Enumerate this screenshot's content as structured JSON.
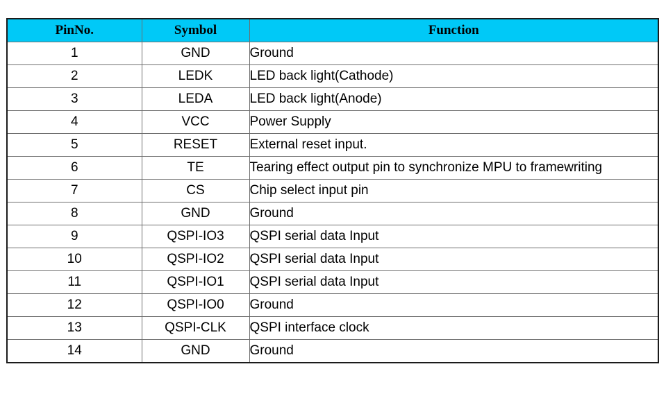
{
  "table": {
    "columns": [
      {
        "key": "pin",
        "label": "PinNo."
      },
      {
        "key": "symbol",
        "label": "Symbol"
      },
      {
        "key": "func",
        "label": "Function"
      }
    ],
    "header_background": "#00c9f7",
    "border_color": "#6e6e6e",
    "outer_border_color": "#1b1b1b",
    "rows": [
      {
        "pin": "1",
        "symbol": "GND",
        "func": "Ground"
      },
      {
        "pin": "2",
        "symbol": "LEDK",
        "func": "LED back light(Cathode)"
      },
      {
        "pin": "3",
        "symbol": "LEDA",
        "func": "LED back light(Anode)"
      },
      {
        "pin": "4",
        "symbol": "VCC",
        "func": "Power Supply"
      },
      {
        "pin": "5",
        "symbol": "RESET",
        "func": "External reset input."
      },
      {
        "pin": "6",
        "symbol": "TE",
        "func": "Tearing effect output pin to synchronize MPU to framewriting"
      },
      {
        "pin": "7",
        "symbol": "CS",
        "func": "Chip select input pin"
      },
      {
        "pin": "8",
        "symbol": "GND",
        "func": "Ground"
      },
      {
        "pin": "9",
        "symbol": "QSPI-IO3",
        "func": "QSPI serial data Input"
      },
      {
        "pin": "10",
        "symbol": "QSPI-IO2",
        "func": "QSPI serial data Input"
      },
      {
        "pin": "11",
        "symbol": "QSPI-IO1",
        "func": "QSPI serial data Input"
      },
      {
        "pin": "12",
        "symbol": "QSPI-IO0",
        "func": "Ground"
      },
      {
        "pin": "13",
        "symbol": "QSPI-CLK",
        "func": "QSPI interface clock"
      },
      {
        "pin": "14",
        "symbol": "GND",
        "func": "Ground"
      }
    ]
  }
}
